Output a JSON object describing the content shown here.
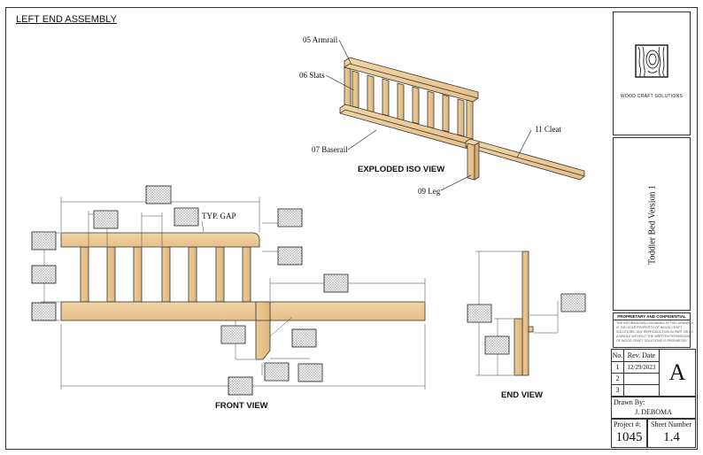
{
  "sheet_title": "LEFT END ASSEMBLY",
  "callouts": {
    "armrail": "05 Armrail",
    "slats": "06 Slats",
    "baserail": "07 Baserail",
    "cleat": "11 Cleat",
    "leg": "09 Leg",
    "typ_gap": "TYP. GAP"
  },
  "view_titles": {
    "exploded_iso": "EXPLODED ISO VIEW",
    "front": "FRONT VIEW",
    "end": "END VIEW"
  },
  "company": {
    "name": "WOOD CRAFT SOLUTIONS"
  },
  "project_title": "Toddler Bed Version 1",
  "confidential": {
    "heading": "PROPRIETARY AND CONFIDENTIAL",
    "text": "THE INFORMATION CONTAINED IN THIS DRAWING IS THE SOLE PROPERTY OF WOOD CRAFT SOLUTIONS. ANY REPRODUCTION IN PART OR AS A WHOLE WITHOUT THE WRITTEN PERMISSION OF WOOD CRAFT SOLUTIONS IS PROHIBITED."
  },
  "revisions": {
    "header_no": "No.",
    "header_date": "Rev. Date",
    "rows": [
      {
        "no": "1",
        "date": "12/29/2023"
      },
      {
        "no": "2",
        "date": ""
      },
      {
        "no": "3",
        "date": ""
      }
    ],
    "current_rev": "A"
  },
  "drawn_by": {
    "label": "Drawn By:",
    "name": "J. DEBOMA"
  },
  "project_number": {
    "label": "Project #:",
    "value": "1045"
  },
  "sheet_number": {
    "label": "Sheet Number",
    "value": "1.4"
  }
}
